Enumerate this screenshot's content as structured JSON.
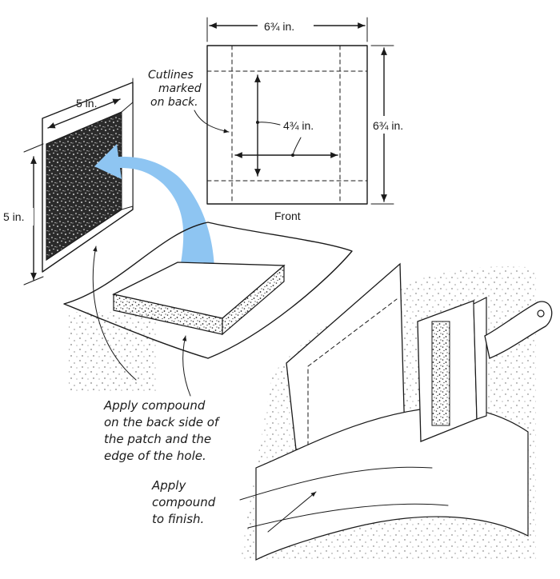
{
  "dimensions": {
    "patch_width": "6¾ in.",
    "patch_height": "6¾ in.",
    "inner_square": "4¾ in.",
    "hole_width": "5 in.",
    "hole_height": "5 in."
  },
  "labels": {
    "cutlines_line1": "Cutlines",
    "cutlines_line2": "marked",
    "cutlines_line3": "on back.",
    "front": "Front",
    "apply_back_line1": "Apply compound",
    "apply_back_line2": "on the back side of",
    "apply_back_line3": "the patch and the",
    "apply_back_line4": "edge of the hole.",
    "apply_finish_line1": "Apply",
    "apply_finish_line2": "compound",
    "apply_finish_line3": "to finish."
  },
  "colors": {
    "arrow": "#8ec5f2",
    "ink": "#1a1a1a",
    "hole": "#3a3a3a"
  }
}
